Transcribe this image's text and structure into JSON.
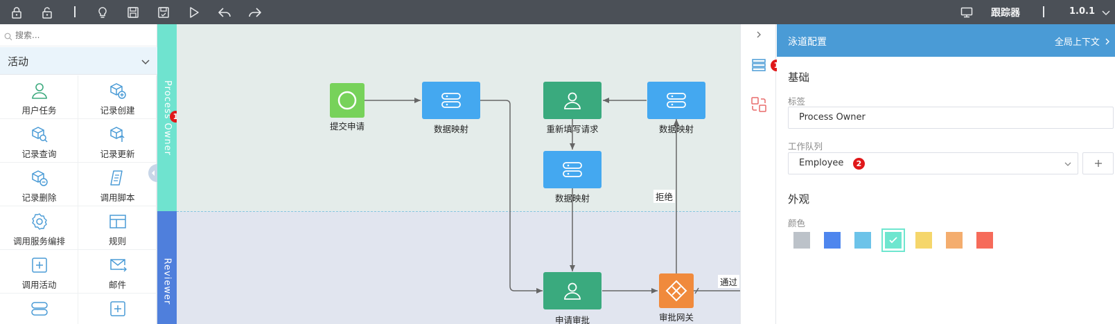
{
  "toolbar": {
    "right_title": "跟踪器",
    "version": "1.0.1",
    "icons": [
      "lock-icon",
      "unlock-icon",
      "separator",
      "lightbulb-icon",
      "save-icon",
      "save-as-icon",
      "run-icon",
      "undo-icon",
      "redo-icon"
    ]
  },
  "palette": {
    "search_placeholder": "搜索...",
    "category": "活动",
    "items": [
      {
        "label": "用户任务",
        "icon": "user-icon"
      },
      {
        "label": "记录创建",
        "icon": "record-create-icon"
      },
      {
        "label": "记录查询",
        "icon": "record-query-icon"
      },
      {
        "label": "记录更新",
        "icon": "record-update-icon"
      },
      {
        "label": "记录删除",
        "icon": "record-delete-icon"
      },
      {
        "label": "调用脚本",
        "icon": "script-icon"
      },
      {
        "label": "调用服务编排",
        "icon": "gear-icon"
      },
      {
        "label": "规则",
        "icon": "rule-icon"
      },
      {
        "label": "调用活动",
        "icon": "plus-box-icon"
      },
      {
        "label": "邮件",
        "icon": "mail-icon"
      }
    ]
  },
  "lanes": [
    {
      "label": "Process Owner",
      "color": "#6fe3cf",
      "badge": "1"
    },
    {
      "label": "Reviewer",
      "color": "#4f7fdc"
    }
  ],
  "diagram": {
    "start_label": "提交申请",
    "map1_label": "数据映射",
    "resubmit_label": "重新填写请求",
    "map2_label": "数据映射",
    "map3_label": "数据映射",
    "approve_label": "申请审批",
    "gateway_label": "审批网关",
    "reject_label": "拒绝",
    "pass_label": "通过"
  },
  "side_tabs": {
    "badge": "1"
  },
  "panel": {
    "title": "泳道配置",
    "context_link": "全局上下文",
    "basic_title": "基础",
    "tag_label": "标签",
    "tag_value": "Process Owner",
    "queue_label": "工作队列",
    "queue_value": "Employee",
    "queue_badge": "2",
    "appearance_title": "外观",
    "color_label": "颜色",
    "colors": [
      "#bcc2c9",
      "#4e86ee",
      "#6cc3e9",
      "#6ee6cf",
      "#f5d66b",
      "#f4ad6e",
      "#f66b5a"
    ],
    "selected_color": "#6ee6cf"
  }
}
